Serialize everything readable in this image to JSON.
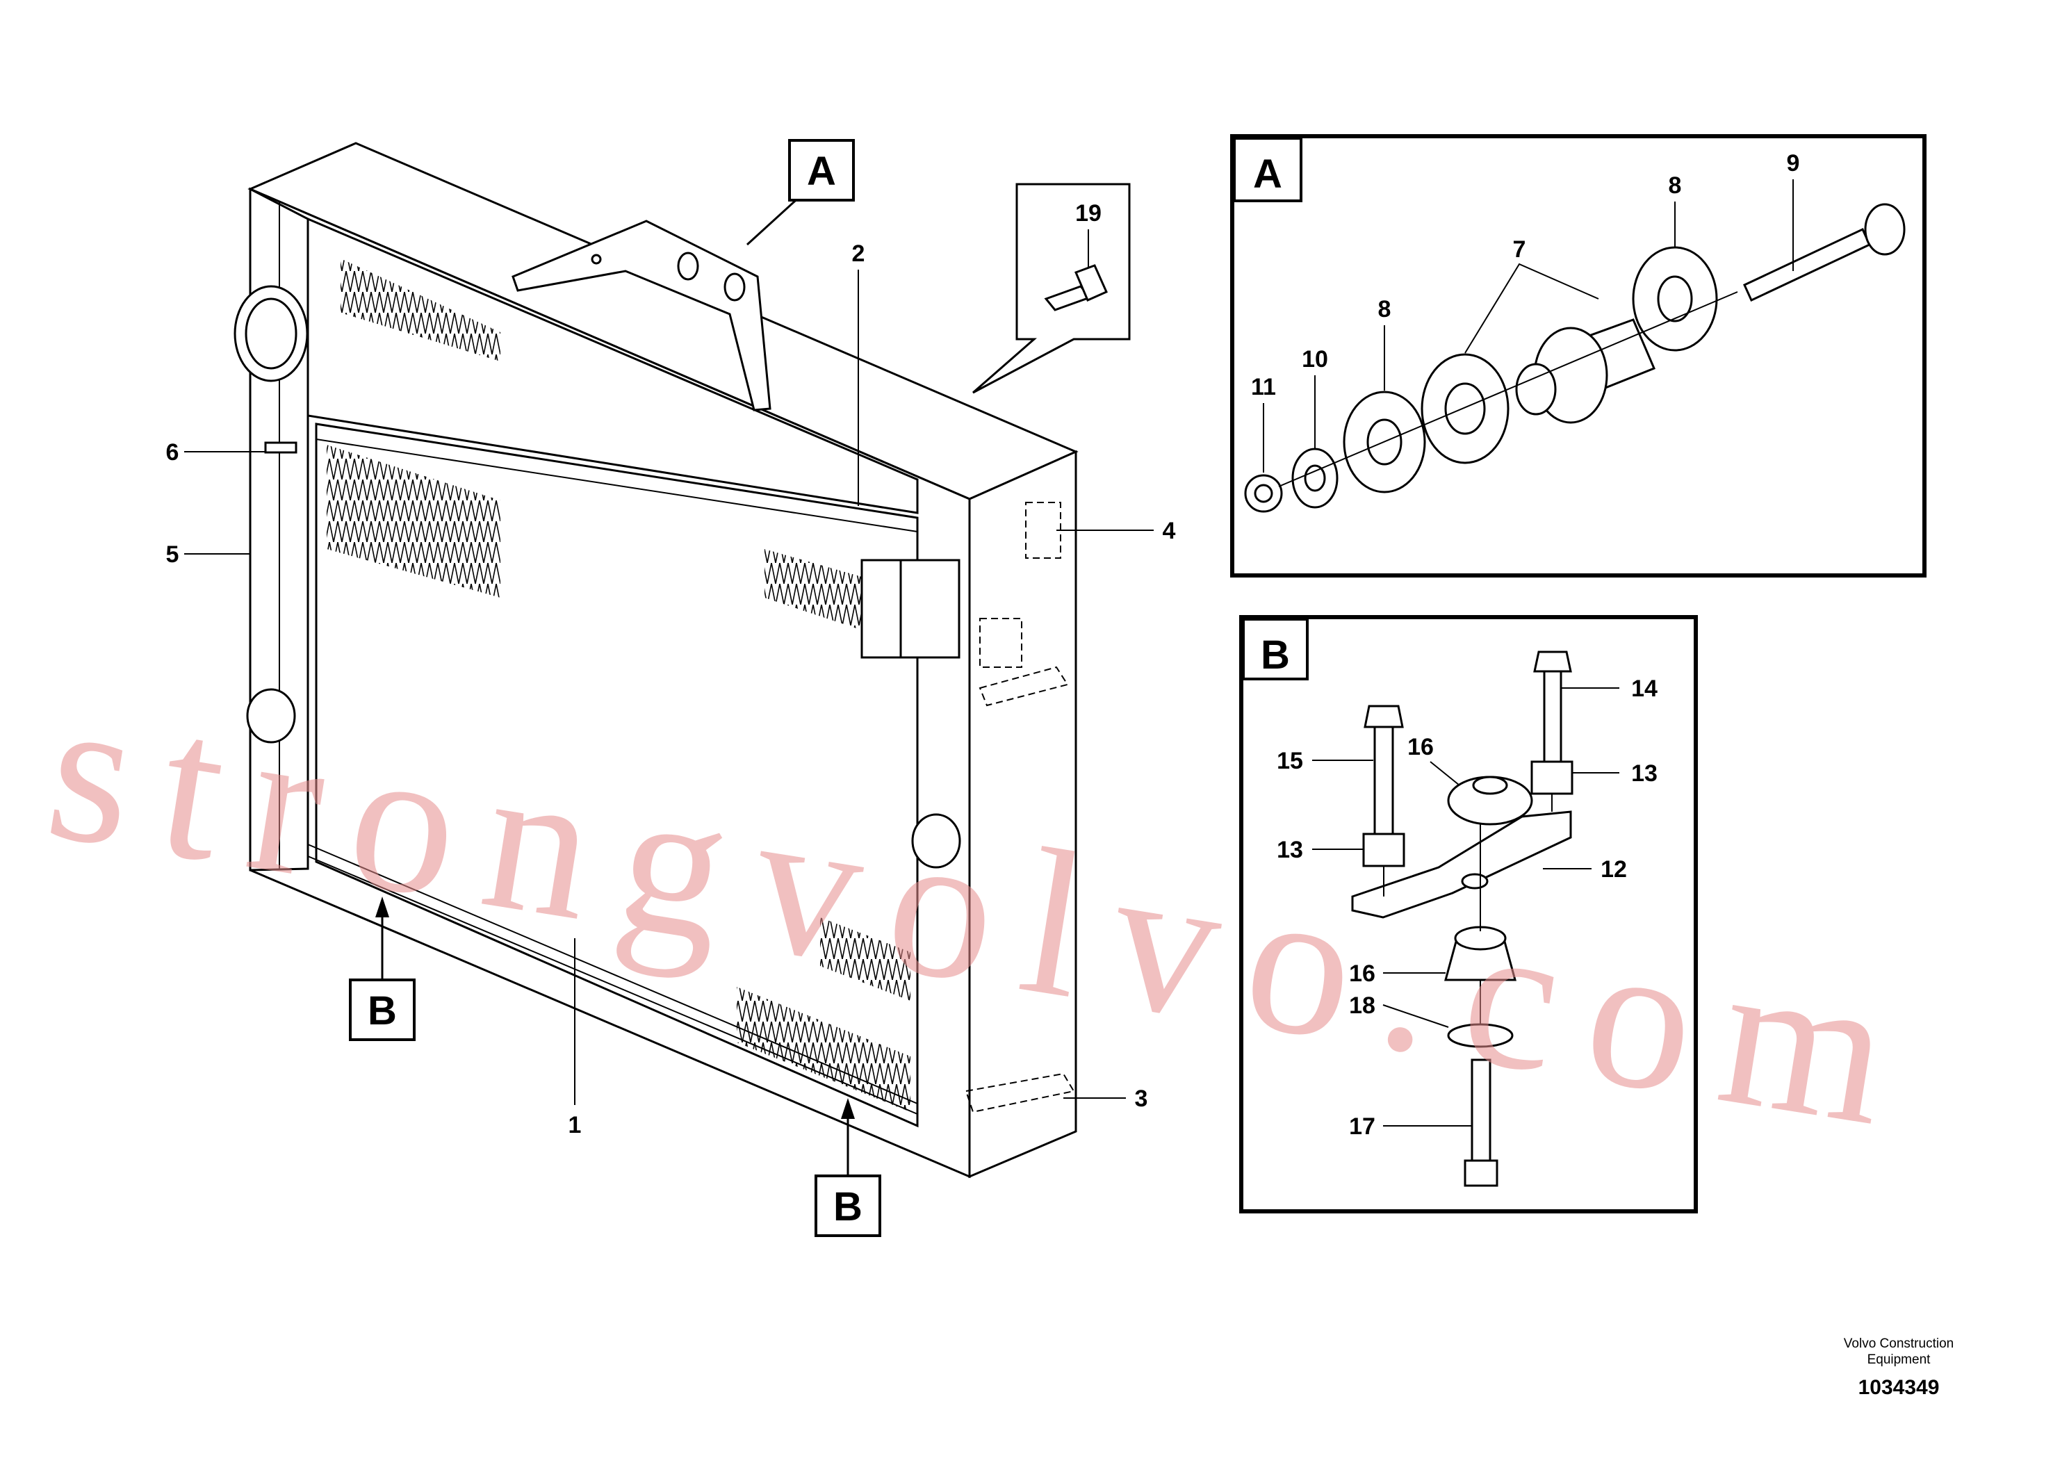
{
  "detail_boxes": {
    "A": "A",
    "B": "B"
  },
  "callouts": {
    "c1": "1",
    "c2": "2",
    "c3": "3",
    "c4": "4",
    "c5": "5",
    "c6": "6",
    "c7": "7",
    "c8a": "8",
    "c8b": "8",
    "c9": "9",
    "c10": "10",
    "c11": "11",
    "c12": "12",
    "c13a": "13",
    "c13b": "13",
    "c14": "14",
    "c15": "15",
    "c16a": "16",
    "c16b": "16",
    "c18": "18",
    "c17": "17",
    "c19": "19"
  },
  "watermark": "strongvolvo.com",
  "footer": {
    "company_line1": "Volvo Construction",
    "company_line2": "Equipment",
    "drawing_number": "1034349"
  }
}
